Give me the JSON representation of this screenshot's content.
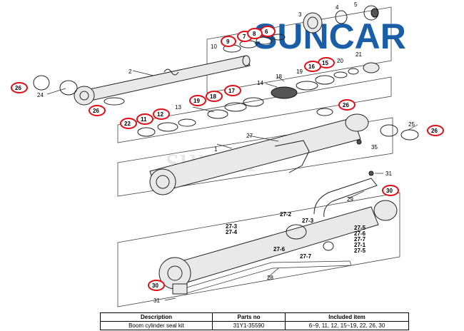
{
  "brand": {
    "name": "SUNCAR",
    "color": "#1a5ea8"
  },
  "watermark": {
    "text": "suncar"
  },
  "callout_color": "#e01018",
  "labels": {
    "p1": "1",
    "p2": "2",
    "p3": "3",
    "p4": "4",
    "p5": "5",
    "p6": "6",
    "p7": "7",
    "p8": "8",
    "p9": "9",
    "p10": "10",
    "p11": "11",
    "p12": "12",
    "p13": "13",
    "p14": "14",
    "p15": "15",
    "p16": "16",
    "p17": "17",
    "p18": "18",
    "p19": "19",
    "p20": "20",
    "p21": "21",
    "p22": "22",
    "p24": "24",
    "p25": "25",
    "p26": "26",
    "p27": "27",
    "p28": "28",
    "p29": "29",
    "p30": "30",
    "p31": "31",
    "p35": "35",
    "p27_1": "27-1",
    "p27_2": "27-2",
    "p27_3": "27-3",
    "p27_4": "27-4",
    "p27_5": "27-5",
    "p27_6": "27-6",
    "p27_7": "27-7"
  },
  "table": {
    "headers": [
      "Description",
      "Parts no",
      "Included item"
    ],
    "rows": [
      [
        "Boom cylinder seal kit",
        "31Y1-35590",
        "6~9, 11, 12, 15~19, 22, 26, 30"
      ]
    ]
  }
}
